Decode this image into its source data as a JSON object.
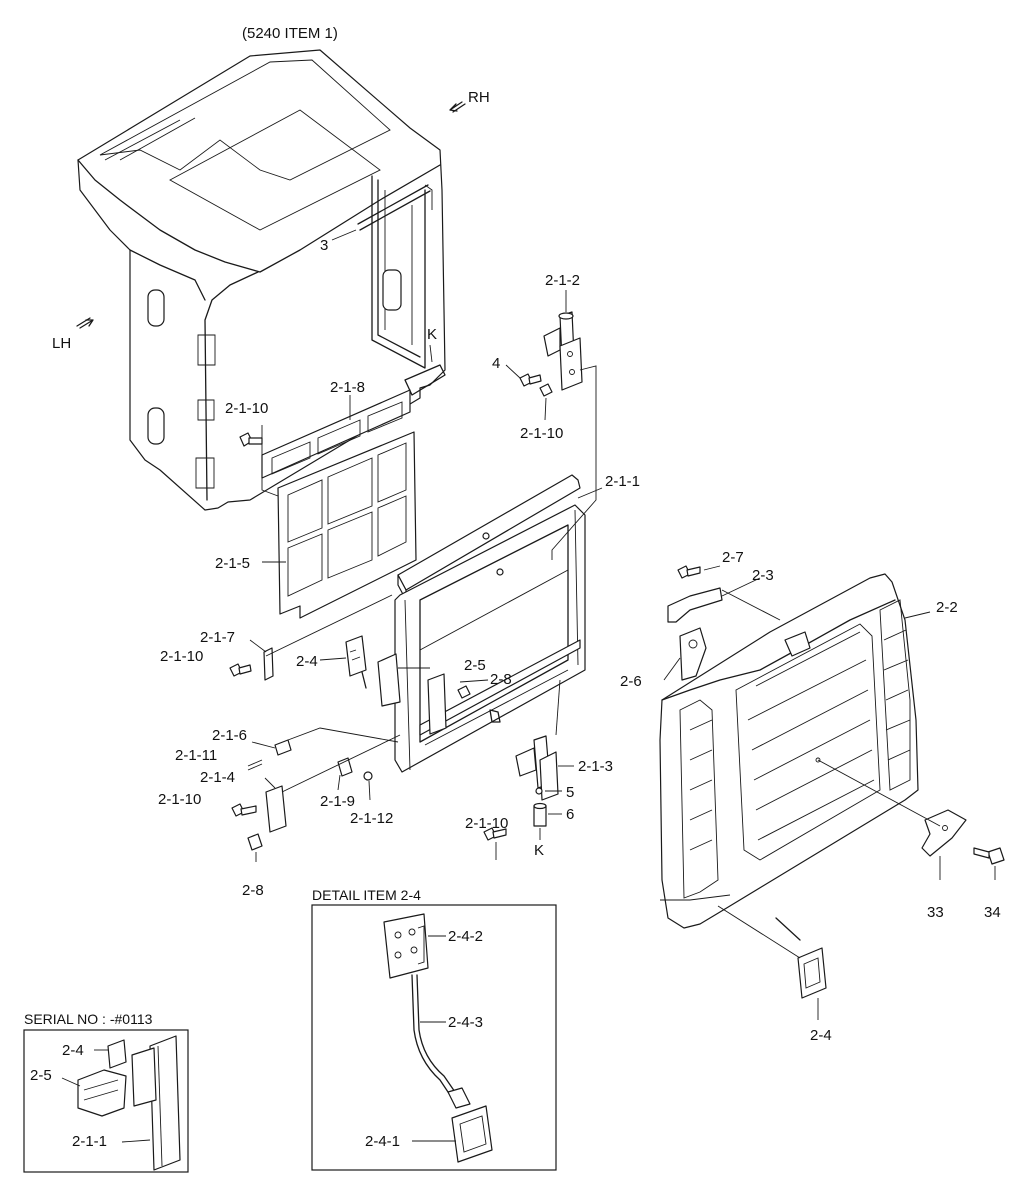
{
  "header": {
    "reference": "(5240 ITEM 1)"
  },
  "directions": {
    "rh": "RH",
    "lh": "LH"
  },
  "labels": {
    "l3": "3",
    "k_top": "K",
    "k_bottom": "K",
    "l212": "2-1-2",
    "l4": "4",
    "l2110a": "2-1-10",
    "l218": "2-1-8",
    "l2110b": "2-1-10",
    "l211": "2-1-1",
    "l215": "2-1-5",
    "l217": "2-1-7",
    "l2110c": "2-1-10",
    "l24a": "2-4",
    "l25": "2-5",
    "l28a": "2-8",
    "l216": "2-1-6",
    "l2111": "2-1-11",
    "l214": "2-1-4",
    "l2110d": "2-1-10",
    "l219": "2-1-9",
    "l2112": "2-1-12",
    "l213": "2-1-3",
    "l5": "5",
    "l2110e": "2-1-10",
    "l6": "6",
    "l28b": "2-8",
    "l27": "2-7",
    "l23": "2-3",
    "l22": "2-2",
    "l26": "2-6",
    "l33": "33",
    "l34": "34",
    "l24b": "2-4"
  },
  "detail": {
    "title": "DETAIL ITEM 2-4",
    "l242": "2-4-2",
    "l243": "2-4-3",
    "l241": "2-4-1"
  },
  "serial": {
    "title": "SERIAL NO : -#0113",
    "l24": "2-4",
    "l25": "2-5",
    "l211": "2-1-1"
  }
}
